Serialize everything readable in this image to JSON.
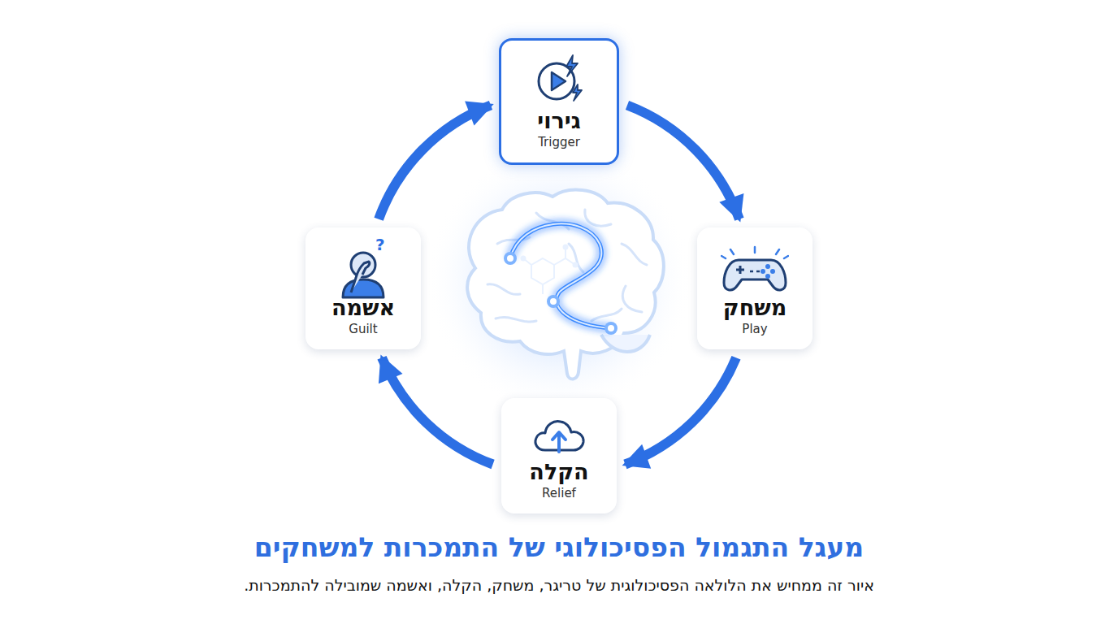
{
  "diagram": {
    "title": "מעגל התגמול הפסיכולוגי של התמכרות למשחקים",
    "caption": "איור זה ממחיש את הלולאה הפסיכולוגית של טריגר, משחק, הקלה, ואשמה שמובילה להתמכרות.",
    "nodes": [
      {
        "text": [
          "גירוי",
          "Trigger"
        ]
      },
      {
        "text": [
          "משחק",
          "Play"
        ]
      },
      {
        "text": [
          "הקלה",
          "Relief"
        ]
      },
      {
        "text": [
          "אשמה",
          "Guilt"
        ]
      }
    ],
    "edges": [
      {
        "from": 0,
        "to": 1,
        "arrow": "to"
      },
      {
        "from": 1,
        "to": 2,
        "arrow": "to"
      },
      {
        "from": 2,
        "to": 3,
        "arrow": "to"
      },
      {
        "from": 3,
        "to": 0,
        "arrow": "to"
      }
    ],
    "labels": [
      "?"
    ]
  }
}
